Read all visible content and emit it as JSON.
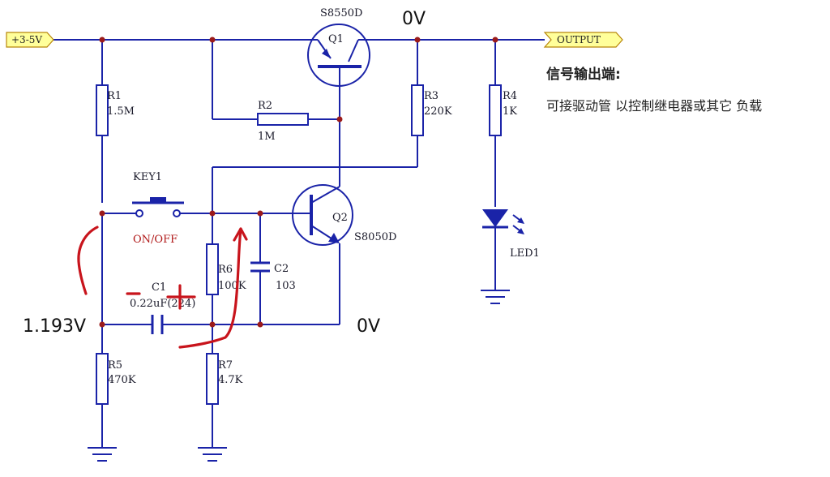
{
  "ports": {
    "input": "+3-5V",
    "output": "OUTPUT"
  },
  "components": {
    "q1": {
      "ref": "Q1",
      "part": "S8550D"
    },
    "q2": {
      "ref": "Q2",
      "part": "S8050D"
    },
    "r1": {
      "ref": "R1",
      "value": "1.5M"
    },
    "r2": {
      "ref": "R2",
      "value": "1M"
    },
    "r3": {
      "ref": "R3",
      "value": "220K"
    },
    "r4": {
      "ref": "R4",
      "value": "1K"
    },
    "r5": {
      "ref": "R5",
      "value": "470K"
    },
    "r6": {
      "ref": "R6",
      "value": "100K"
    },
    "r7": {
      "ref": "R7",
      "value": "4.7K"
    },
    "c1": {
      "ref": "C1",
      "value": "0.22uF(224)"
    },
    "c2": {
      "ref": "C2",
      "value": "103"
    },
    "key1": {
      "ref": "KEY1",
      "label": "ON/OFF"
    },
    "led1": {
      "ref": "LED1"
    }
  },
  "measurements": {
    "q1_collector": "0V",
    "q2_emitter": "0V",
    "divider_node": "1.193V"
  },
  "notes": {
    "title": "信号输出端:",
    "body": "可接驱动管 以控制继电器或其它 负载"
  },
  "colors": {
    "wire": "#1a23a8",
    "junction": "#9b1b1b",
    "port_fill": "#ffff9a",
    "annotation_ink": "#c8141c"
  }
}
